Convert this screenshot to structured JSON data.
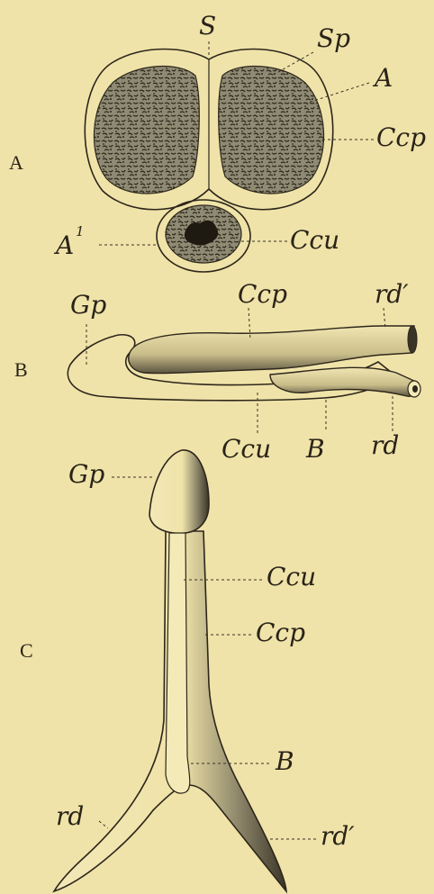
{
  "panels": {
    "a": "A",
    "b": "B",
    "c": "C"
  },
  "fig_a": {
    "septum": "S",
    "sp": "Sp",
    "a_label": "A",
    "a1": "A",
    "a1_sup": "1",
    "ccp": "Ccp",
    "ccu": "Ccu"
  },
  "fig_b": {
    "gp": "Gp",
    "ccp": "Ccp",
    "rd_prime": "rd′",
    "ccu": "Ccu",
    "b_label": "B",
    "rd": "rd"
  },
  "fig_c": {
    "gp": "Gp",
    "ccu": "Ccu",
    "ccp": "Ccp",
    "b_label": "B",
    "rd": "rd",
    "rd_prime": "rd′"
  },
  "colors": {
    "paper": "#efe3a9",
    "ink": "#2a2318",
    "tissue": "#6a6552"
  }
}
